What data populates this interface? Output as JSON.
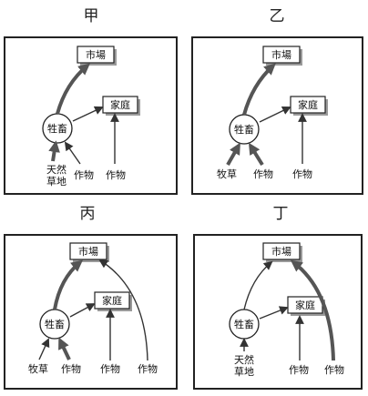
{
  "panels": [
    {
      "title": "甲",
      "market": "市場",
      "home": "家庭",
      "livestock": "牲畜",
      "sources": [
        "天然草地",
        "作物",
        "作物"
      ]
    },
    {
      "title": "乙",
      "market": "市場",
      "home": "家庭",
      "livestock": "牲畜",
      "sources": [
        "牧草",
        "作物",
        "作物"
      ]
    },
    {
      "title": "丙",
      "market": "市場",
      "home": "家庭",
      "livestock": "牲畜",
      "sources": [
        "牧草",
        "作物",
        "作物",
        "作物"
      ]
    },
    {
      "title": "丁",
      "market": "市場",
      "home": "家庭",
      "livestock": "牲畜",
      "sources": [
        "天然草地",
        "作物",
        "作物"
      ]
    }
  ],
  "colors": {
    "line": "#333333",
    "thick_line": "#555555",
    "frame": "#222222",
    "shadow": "#9a9a9a"
  }
}
